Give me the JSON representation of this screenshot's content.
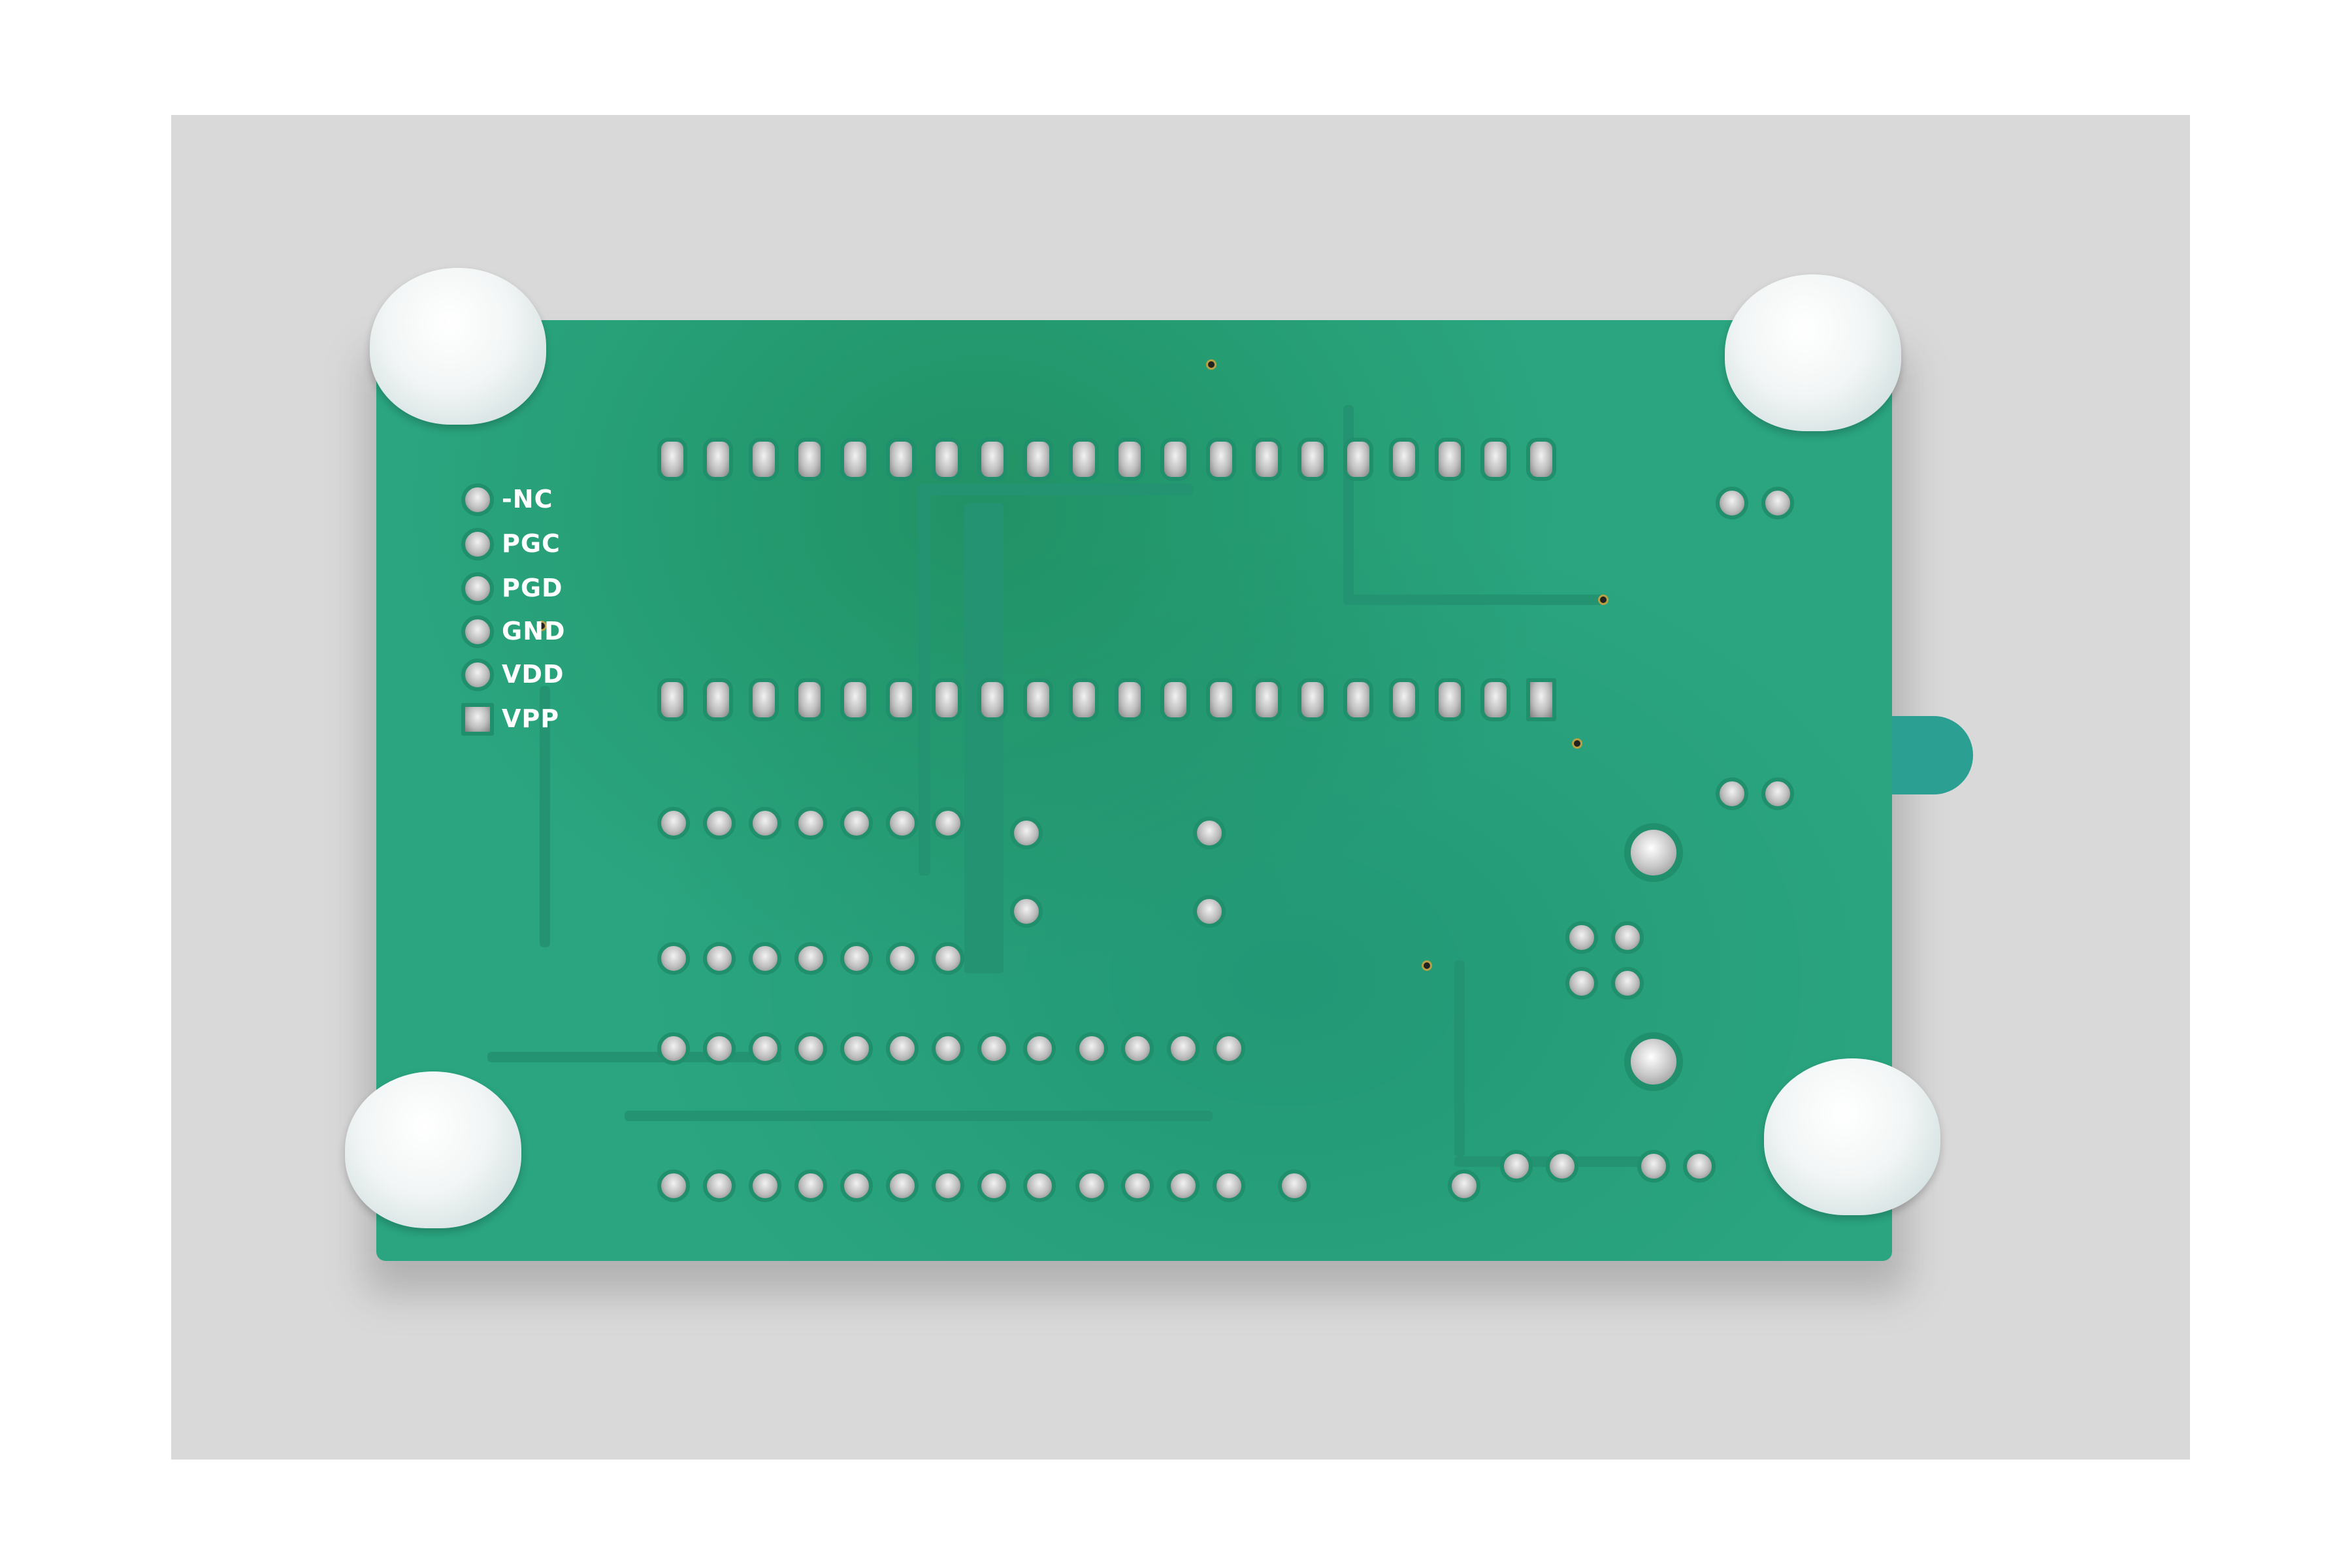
{
  "scene": {
    "subject": "PCB underside (PIC programmer board) photographed on grey background",
    "colors": {
      "background_card": "#d9d9d9",
      "board": "#2aa57f",
      "trace": "#239372",
      "silkscreen": "#ffffff",
      "pads": "#c8c8c8",
      "feet": "#f3f6f6",
      "side_tab": "#2a9f92"
    }
  },
  "silkscreen": {
    "header_labels": [
      "-NC",
      "PGC",
      "PGD",
      "GND",
      "VDD",
      "VPP"
    ]
  }
}
